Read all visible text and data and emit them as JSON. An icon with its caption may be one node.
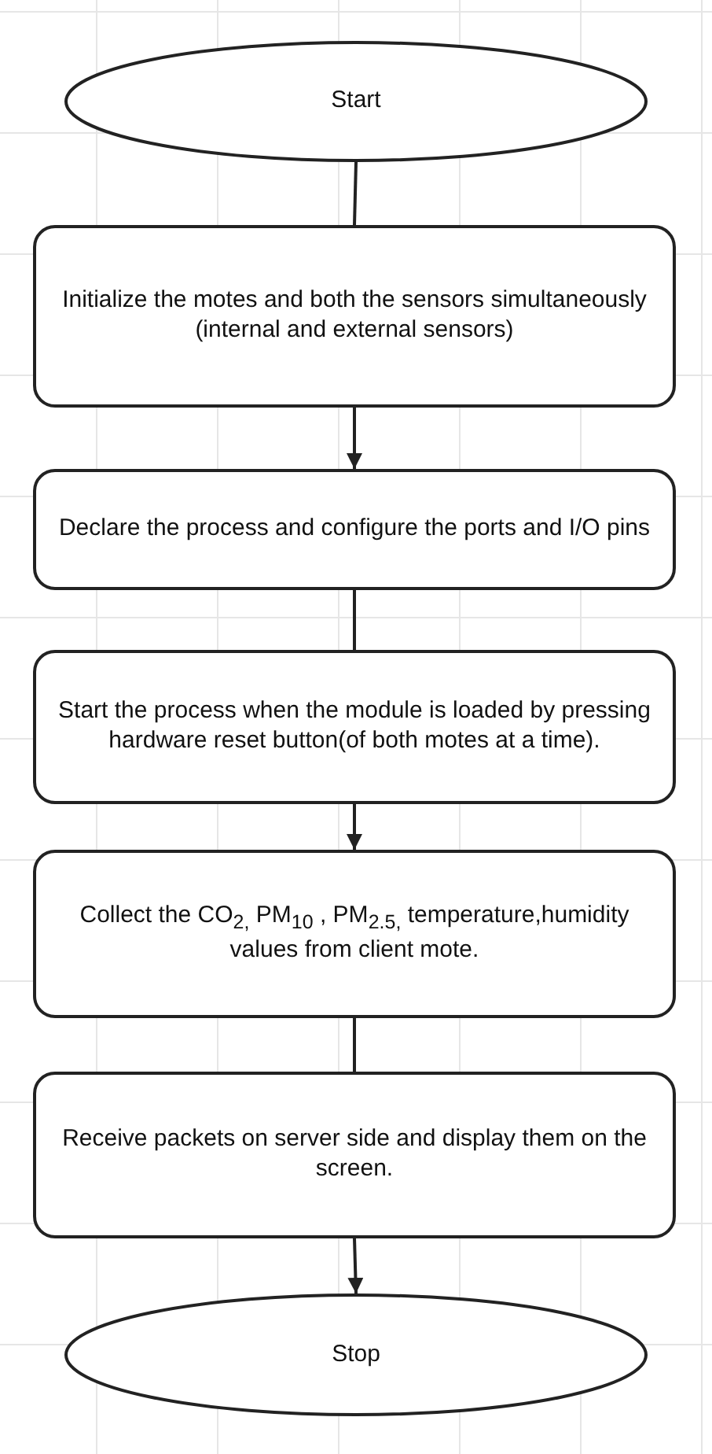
{
  "diagram": {
    "nodes": [
      {
        "text": [
          "Start"
        ]
      },
      {
        "text": [
          "Initialize the motes and both the sensors simultaneously (internal and external sensors)"
        ]
      },
      {
        "text": [
          "Declare the process and configure the ports and I/O pins"
        ]
      },
      {
        "text": [
          "Start the process when the module is loaded by pressing hardware reset button(of both motes at a time)."
        ]
      },
      {
        "text": [
          "Collect the CO$_{2,}$ PM$_{10}$ , PM$_{2.5,}$ temperature,humidity values from client mote."
        ]
      },
      {
        "text": [
          "Receive packets on server side and display them on the screen."
        ]
      },
      {
        "text": [
          "Stop"
        ]
      }
    ],
    "edges": [
      {
        "from": 0,
        "to": 1,
        "arrow": "none"
      },
      {
        "from": 1,
        "to": 2,
        "arrow": "to"
      },
      {
        "from": 2,
        "to": 3,
        "arrow": "none"
      },
      {
        "from": 3,
        "to": 4,
        "arrow": "to"
      },
      {
        "from": 4,
        "to": 5,
        "arrow": "none"
      },
      {
        "from": 5,
        "to": 6,
        "arrow": "to"
      }
    ]
  }
}
